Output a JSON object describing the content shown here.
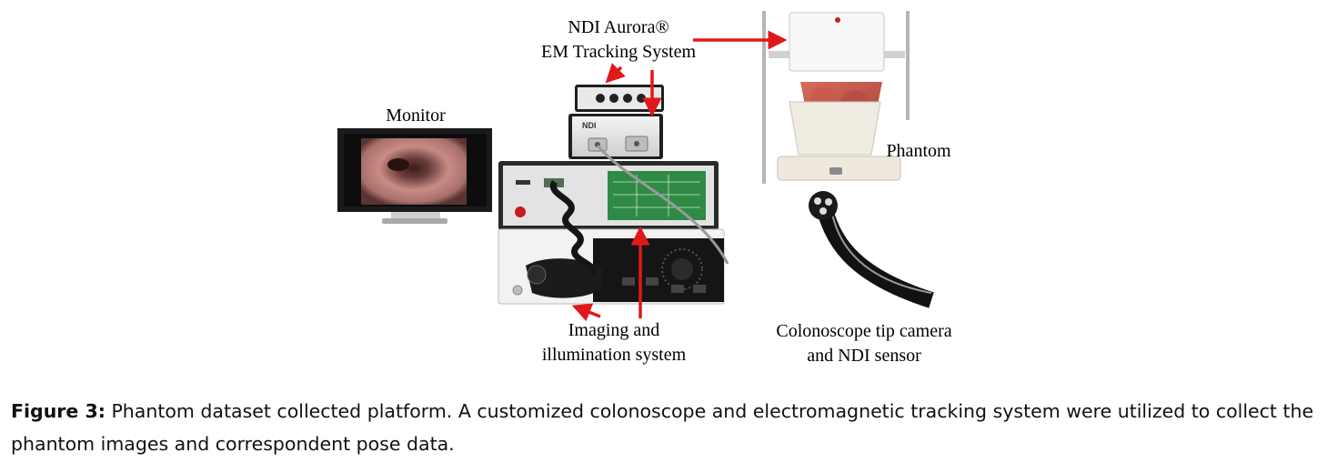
{
  "labels": {
    "aurora_line1": "NDI Aurora®",
    "aurora_line2": "EM Tracking System",
    "monitor": "Monitor",
    "phantom": "Phantom",
    "imaging_line1": "Imaging and",
    "imaging_line2": "illumination system",
    "colonoscope_line1": "Colonoscope tip camera",
    "colonoscope_line2": "and NDI sensor"
  },
  "device_text": {
    "ndi_logo": "NDI"
  },
  "caption": {
    "label": "Figure 3:",
    "text": " Phantom dataset collected platform. A customized colonoscope and electromagnetic tracking system were utilized to collect the phantom images and correspondent pose data."
  },
  "colors": {
    "arrow": "#e01818",
    "panel_green": "#2f8a45"
  }
}
